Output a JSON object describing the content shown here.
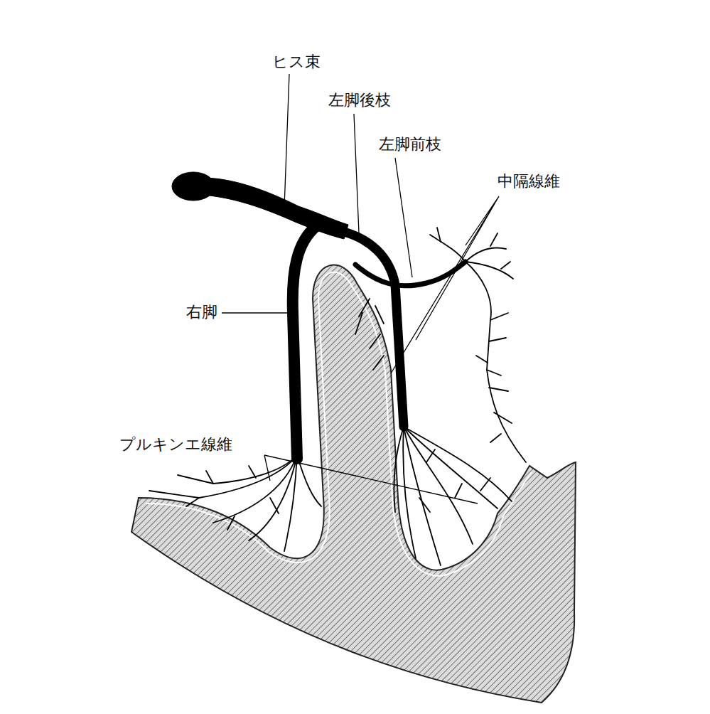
{
  "diagram": {
    "labels": [
      "ヒス束",
      "左脚後枝",
      "左脚前枝",
      "中隔線維",
      "右脚",
      "プルキンエ線維"
    ]
  }
}
